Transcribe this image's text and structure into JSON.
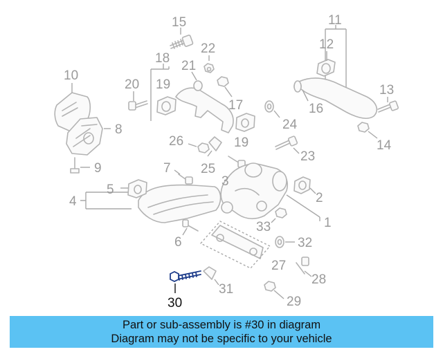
{
  "diagram": {
    "callouts": [
      {
        "id": "c15",
        "text": "15"
      },
      {
        "id": "c22",
        "text": "22"
      },
      {
        "id": "c11",
        "text": "11"
      },
      {
        "id": "c12",
        "text": "12"
      },
      {
        "id": "c18",
        "text": "18"
      },
      {
        "id": "c21",
        "text": "21"
      },
      {
        "id": "c10",
        "text": "10"
      },
      {
        "id": "c20",
        "text": "20"
      },
      {
        "id": "c19a",
        "text": "19"
      },
      {
        "id": "c17",
        "text": "17"
      },
      {
        "id": "c13",
        "text": "13"
      },
      {
        "id": "c16",
        "text": "16"
      },
      {
        "id": "c8",
        "text": "8"
      },
      {
        "id": "c24",
        "text": "24"
      },
      {
        "id": "c19b",
        "text": "19"
      },
      {
        "id": "c14",
        "text": "14"
      },
      {
        "id": "c26",
        "text": "26"
      },
      {
        "id": "c25",
        "text": "25"
      },
      {
        "id": "c23",
        "text": "23"
      },
      {
        "id": "c9",
        "text": "9"
      },
      {
        "id": "c7",
        "text": "7"
      },
      {
        "id": "c3",
        "text": "3"
      },
      {
        "id": "c5",
        "text": "5"
      },
      {
        "id": "c4",
        "text": "4"
      },
      {
        "id": "c2",
        "text": "2"
      },
      {
        "id": "c1",
        "text": "1"
      },
      {
        "id": "c33",
        "text": "33"
      },
      {
        "id": "c6",
        "text": "6"
      },
      {
        "id": "c32",
        "text": "32"
      },
      {
        "id": "c27",
        "text": "27"
      },
      {
        "id": "c28",
        "text": "28"
      },
      {
        "id": "c31",
        "text": "31"
      },
      {
        "id": "c29",
        "text": "29"
      },
      {
        "id": "c30",
        "text": "30",
        "highlighted": true
      }
    ],
    "highlight_color": "#1d3c8a",
    "part_color": "#b3b3b3"
  },
  "banner": {
    "line1": "Part or sub-assembly is #30 in diagram",
    "line2": "Diagram may not be specific to your vehicle",
    "background": "#5bc2f3"
  }
}
